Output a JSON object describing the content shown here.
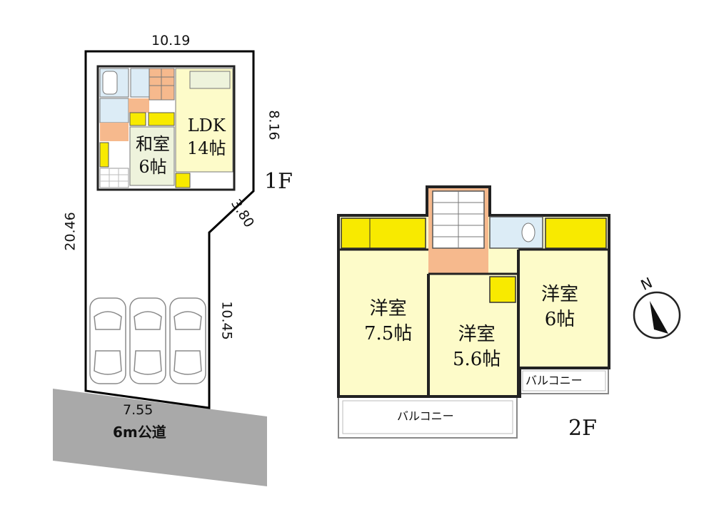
{
  "site": {
    "dim_top": "10.19",
    "dim_right_upper": "8.16",
    "dim_diagonal": "3.80",
    "dim_left": "20.46",
    "dim_right_lower": "10.45",
    "dim_bottom": "7.55",
    "road_label": "6m公道"
  },
  "floor1": {
    "label": "1F",
    "rooms": [
      {
        "name": "LDK",
        "size": "14帖"
      },
      {
        "name": "和室",
        "size": "6帖"
      }
    ]
  },
  "floor2": {
    "label": "2F",
    "rooms": [
      {
        "name": "洋室",
        "size": "7.5帖"
      },
      {
        "name": "洋室",
        "size": "5.6帖"
      },
      {
        "name": "洋室",
        "size": "6帖"
      }
    ],
    "balcony_main": "バルコニー",
    "balcony_side": "バルコニー"
  },
  "compass": {
    "label": "N"
  },
  "colors": {
    "storage": "#f8ea00",
    "room_floor": "#fdfbc9",
    "hall": "#f6b98d",
    "wet": "#dcecf6",
    "road": "#a9a9a9",
    "tatami": "#eef3dc"
  }
}
